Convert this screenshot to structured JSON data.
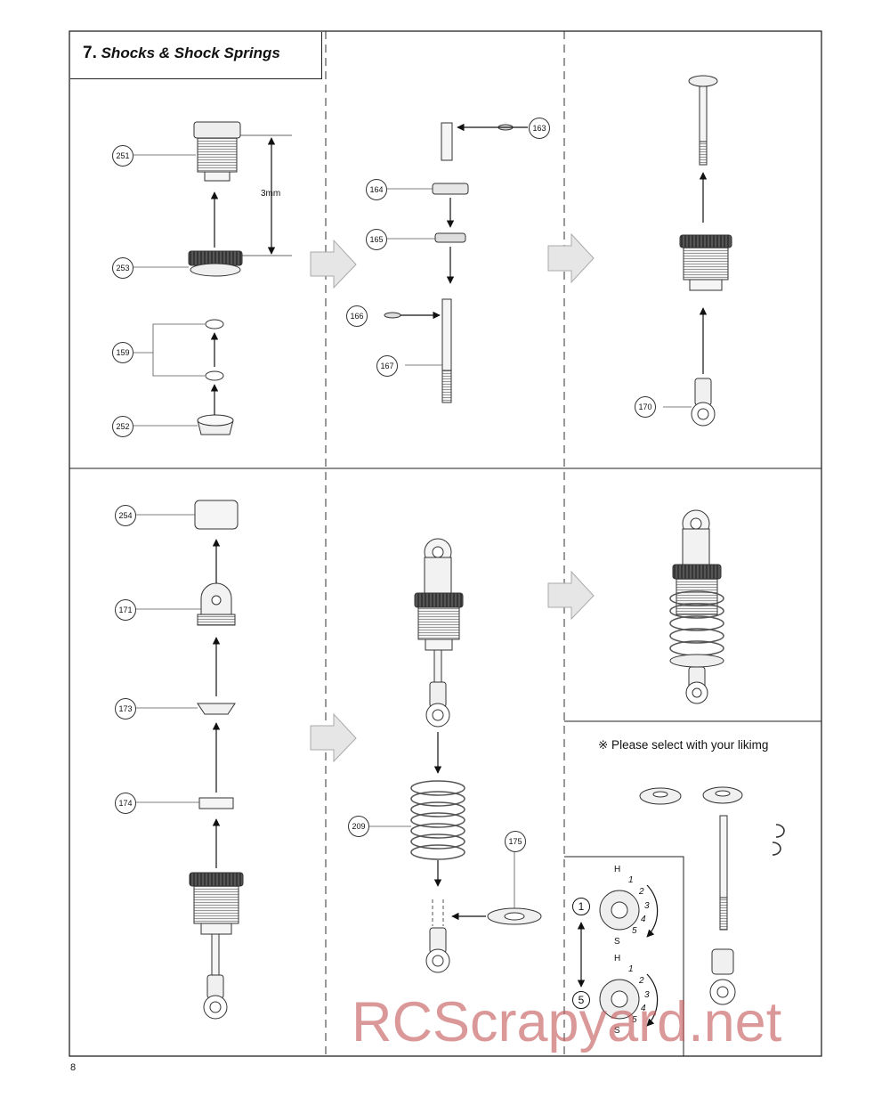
{
  "section": {
    "number": "7.",
    "title": "Shocks & Shock Springs"
  },
  "page_number": "8",
  "dimension_label": "3mm",
  "note": "※ Please select with your likimg",
  "parts": {
    "p251": "251",
    "p253": "253",
    "p159": "159",
    "p252": "252",
    "p163": "163",
    "p164": "164",
    "p165": "165",
    "p166": "166",
    "p167": "167",
    "p170": "170",
    "p254": "254",
    "p171": "171",
    "p173": "173",
    "p174": "174",
    "p209": "209",
    "p175": "175"
  },
  "settings": {
    "step_one": "1",
    "step_five": "5",
    "top": {
      "h": "H",
      "n1": "1",
      "n2": "2",
      "n3": "3",
      "n4": "4",
      "n5": "5",
      "s": "S"
    },
    "bottom": {
      "h": "H",
      "n1": "1",
      "n2": "2",
      "n3": "3",
      "n4": "4",
      "n5": "5",
      "s": "S"
    }
  },
  "watermark": "RCScrapyard.net"
}
